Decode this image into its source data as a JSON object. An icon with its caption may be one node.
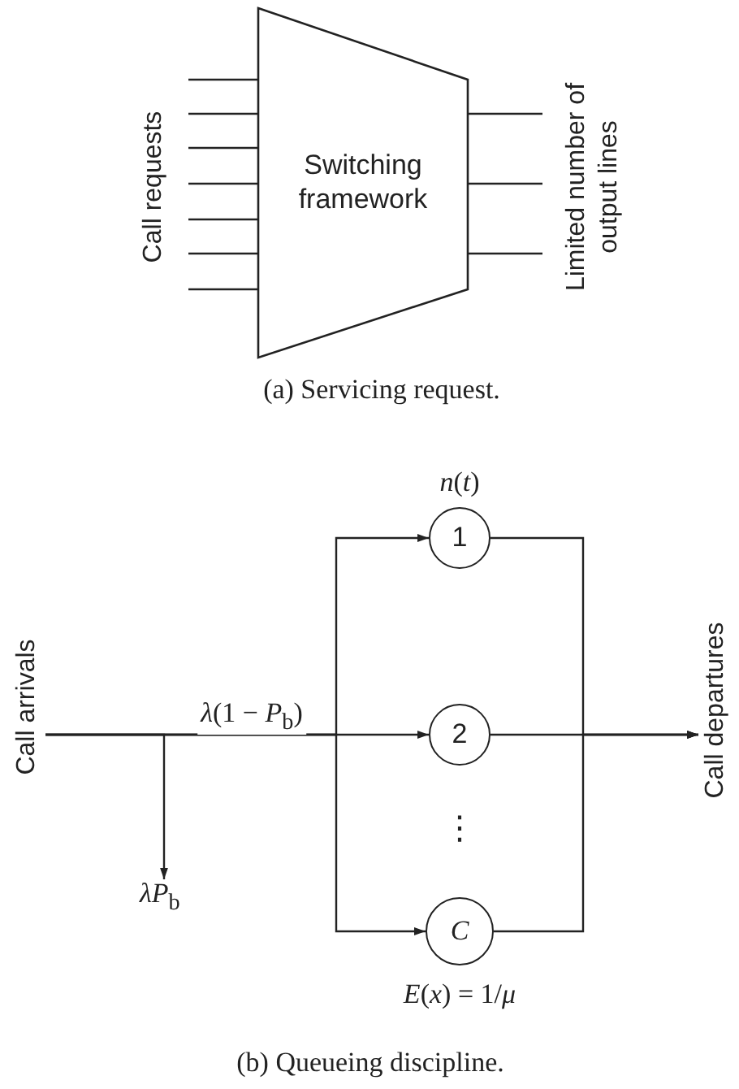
{
  "diagram": {
    "nodes": [
      {
        "text": [
          "Switching framework"
        ]
      },
      {
        "text": [
          "Call requests"
        ]
      },
      {
        "text": [
          "Limited number of output lines"
        ]
      },
      {
        "text": [
          "Call arrivals"
        ]
      },
      {
        "text": [
          "*λP*$_{b}$"
        ]
      },
      {
        "text": [
          "1"
        ],
        "beside": [
          "*n*(*t*)"
        ]
      },
      {
        "text": [
          "2"
        ]
      },
      {
        "text": [
          "C"
        ],
        "beside": [
          "*E*(*x*) = 1/*μ*"
        ]
      },
      {
        "text": [
          "Call departures"
        ]
      }
    ],
    "edges": [
      {
        "from": 1,
        "to": 0,
        "arrow": "none"
      },
      {
        "from": 1,
        "to": 0,
        "arrow": "none"
      },
      {
        "from": 1,
        "to": 0,
        "arrow": "none"
      },
      {
        "from": 1,
        "to": 0,
        "arrow": "none"
      },
      {
        "from": 1,
        "to": 0,
        "arrow": "none"
      },
      {
        "from": 1,
        "to": 0,
        "arrow": "none"
      },
      {
        "from": 1,
        "to": 0,
        "arrow": "none"
      },
      {
        "from": 0,
        "to": 2,
        "arrow": "none"
      },
      {
        "from": 0,
        "to": 2,
        "arrow": "none"
      },
      {
        "from": 0,
        "to": 2,
        "arrow": "none"
      },
      {
        "from": 3,
        "to": 4,
        "arrow": "to"
      },
      {
        "from": 3,
        "to": 5,
        "arrow": "to"
      },
      {
        "from": 3,
        "to": 6,
        "arrow": "to",
        "label": "*λ*(1 − *P*$_{b}$)"
      },
      {
        "from": 3,
        "to": 7,
        "arrow": "to"
      },
      {
        "from": 5,
        "to": 8,
        "arrow": "to"
      },
      {
        "from": 6,
        "to": 8,
        "arrow": "to"
      },
      {
        "from": 7,
        "to": 8,
        "arrow": "to"
      }
    ],
    "labels": [
      "(a) Servicing request.",
      "⋮",
      "(b) Queueing discipline."
    ]
  }
}
